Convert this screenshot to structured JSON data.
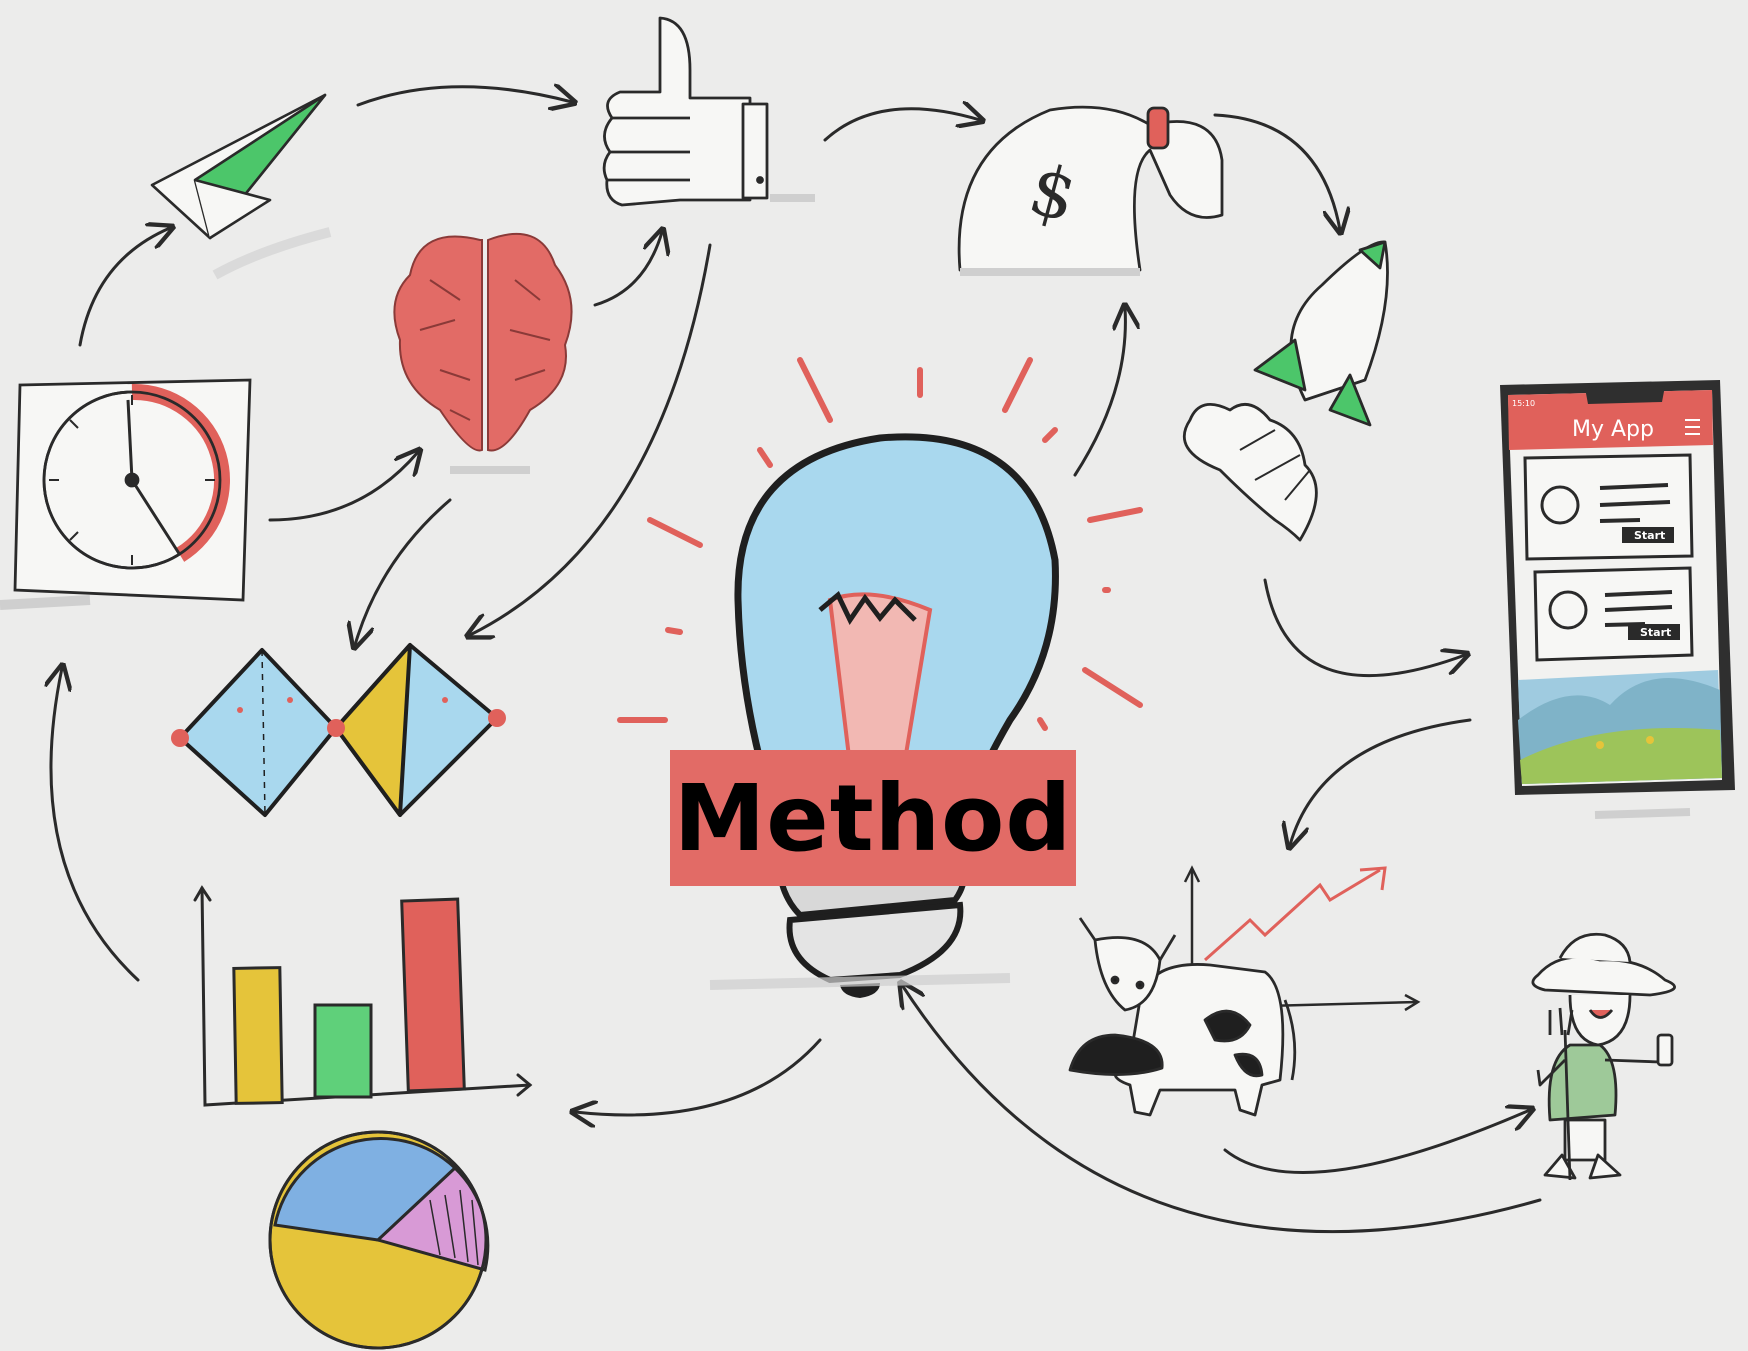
{
  "center_label": "Method",
  "phone": {
    "app_title": "My App",
    "card_buttons": [
      "Start",
      "Start"
    ],
    "status_time": "15:10"
  },
  "colors": {
    "background": "#ececeb",
    "label_bg": "#e26b66",
    "accent_red": "#e0615b",
    "accent_green": "#4cc66a",
    "accent_yellow": "#e5c43a",
    "accent_blue": "#a9d8ee",
    "bar_yellow": "#e5c43a",
    "bar_green": "#5fd07a",
    "bar_red": "#e0615b"
  },
  "icons": [
    "paper-plane-icon",
    "thumbs-up-icon",
    "money-bag-icon",
    "rocket-icon",
    "stopwatch-icon",
    "brain-icon",
    "diamond-shapes-icon",
    "light-bulb-icon",
    "mobile-app-icon",
    "bar-chart-icon",
    "pie-chart-icon",
    "cow-icon",
    "growth-line-chart-icon",
    "farmer-icon"
  ]
}
